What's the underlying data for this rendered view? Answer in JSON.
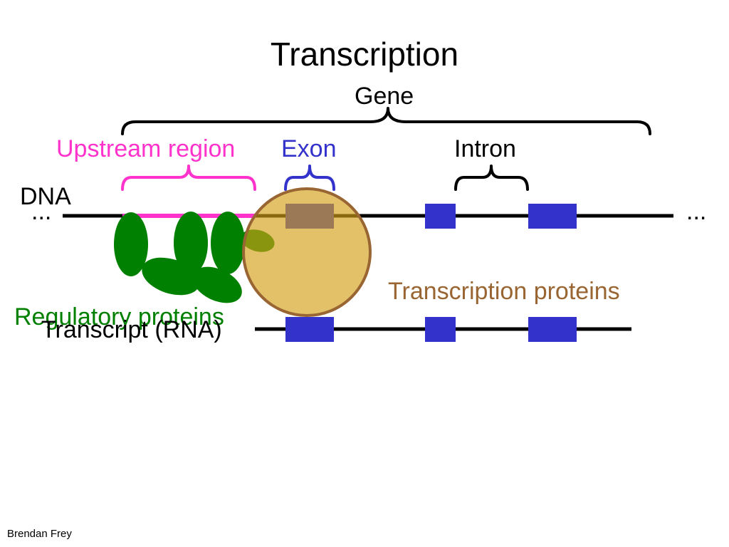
{
  "slide": {
    "title": "Transcription",
    "author": "Brendan Frey"
  },
  "labels": {
    "gene": "Gene",
    "upstream_region": "Upstream region",
    "exon": "Exon",
    "intron": "Intron",
    "dna": "DNA",
    "ellipsis_left": "...",
    "ellipsis_right": "...",
    "transcription_proteins": "Transcription proteins",
    "regulatory_proteins": "Regulatory proteins",
    "transcript": "Transcript (RNA)"
  },
  "colors": {
    "upstream": "#ff33cc",
    "exon": "#3333cc",
    "regulatory": "#008000",
    "transcription_protein_fill": "#e0bb55",
    "transcription_protein_stroke": "#996633",
    "line": "#000000"
  },
  "icons": {
    "brace": "curly-brace",
    "protein": "ellipse"
  }
}
